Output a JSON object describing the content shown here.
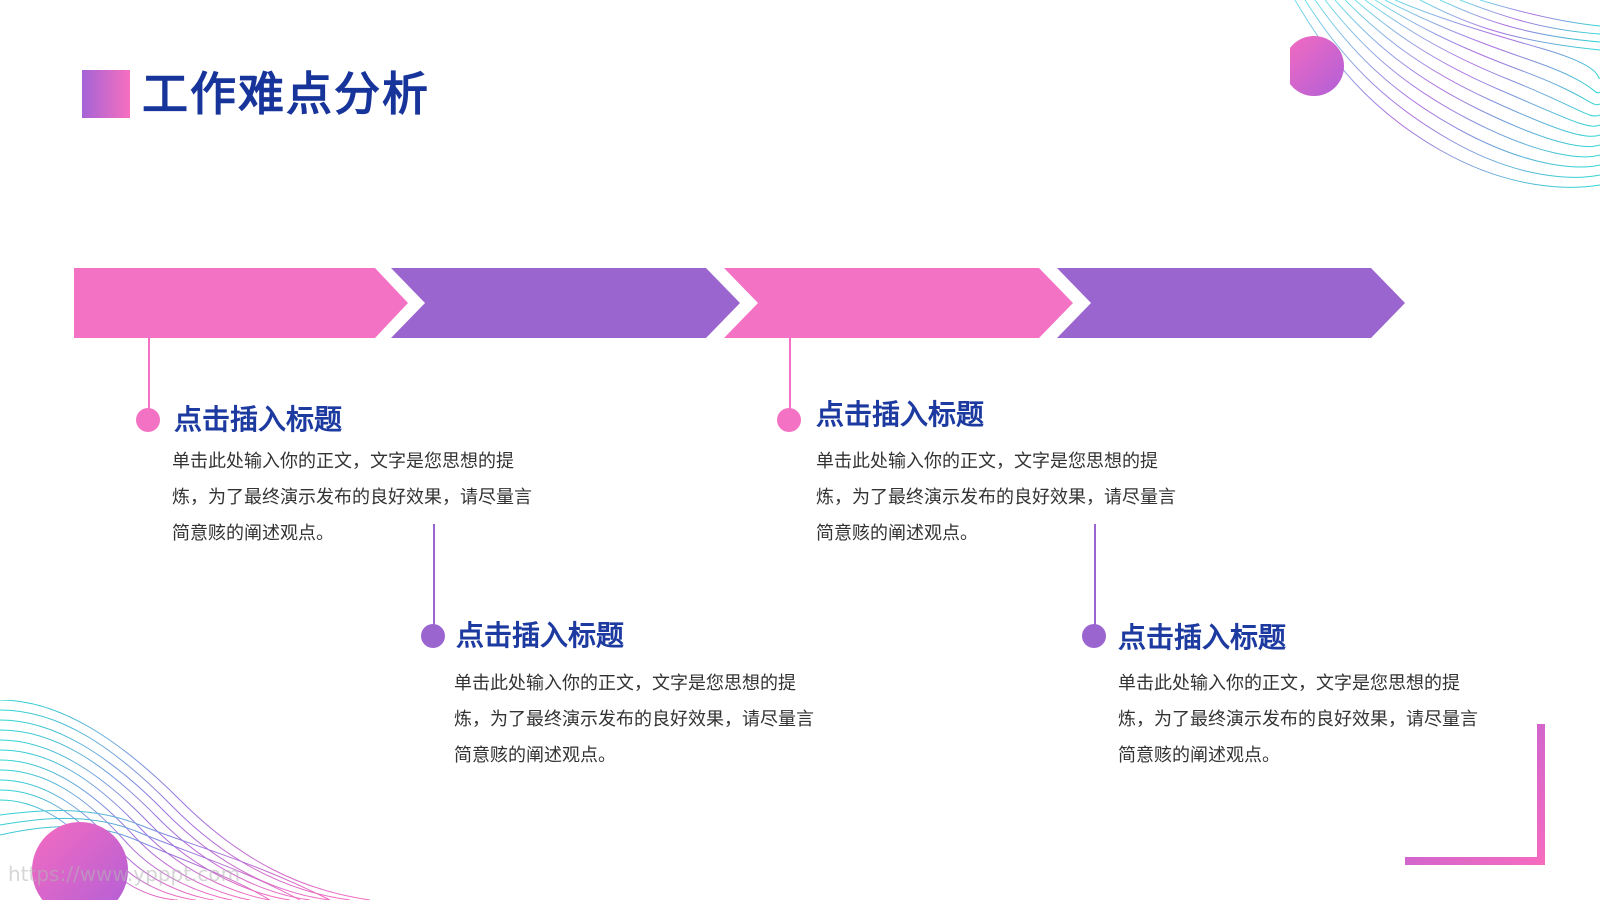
{
  "page": {
    "title": "工作难点分析"
  },
  "colors": {
    "pink": "#f472c4",
    "purple": "#9b65d0",
    "title": "#17349a",
    "body": "#333333"
  },
  "items": [
    {
      "title": "点击插入标题",
      "body": "单击此处输入你的正文，文字是您思想的提炼，为了最终演示发布的良好效果，请尽量言简意赅的阐述观点。"
    },
    {
      "title": "点击插入标题",
      "body": "单击此处输入你的正文，文字是您思想的提炼，为了最终演示发布的良好效果，请尽量言简意赅的阐述观点。"
    },
    {
      "title": "点击插入标题",
      "body": "单击此处输入你的正文，文字是您思想的提炼，为了最终演示发布的良好效果，请尽量言简意赅的阐述观点。"
    },
    {
      "title": "点击插入标题",
      "body": "单击此处输入你的正文，文字是您思想的提炼，为了最终演示发布的良好效果，请尽量言简意赅的阐述观点。"
    }
  ],
  "watermark": "https://www.ypppt.com"
}
